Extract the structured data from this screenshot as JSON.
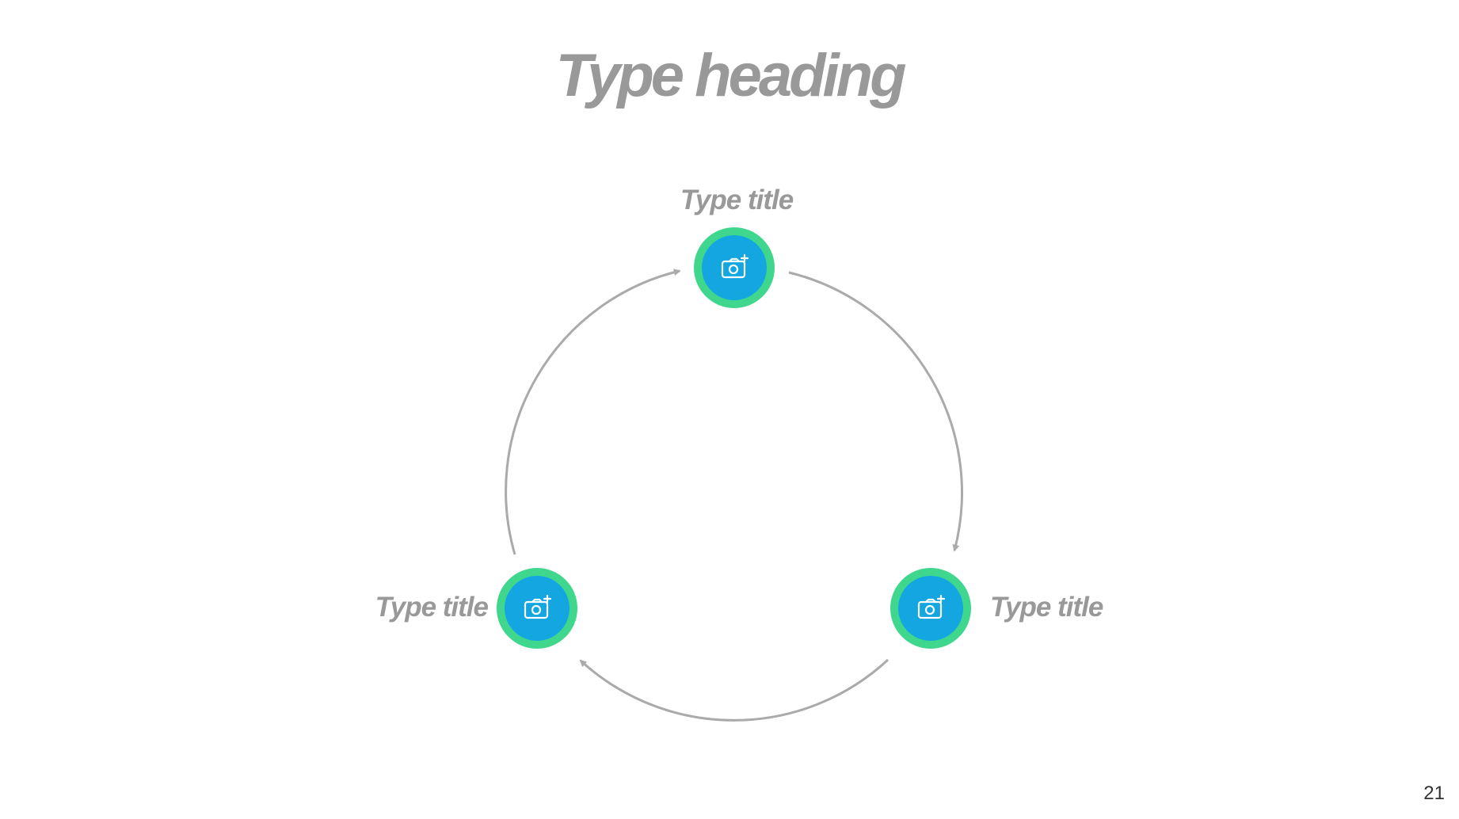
{
  "slide": {
    "heading": "Type heading",
    "page_number": "21"
  },
  "cycle": {
    "nodes": [
      {
        "id": "top",
        "title": "Type title",
        "icon": "add-photo-icon"
      },
      {
        "id": "bottom-right",
        "title": "Type title",
        "icon": "add-photo-icon"
      },
      {
        "id": "bottom-left",
        "title": "Type title",
        "icon": "add-photo-icon"
      }
    ],
    "arrows": [
      {
        "from": "top",
        "to": "bottom-right"
      },
      {
        "from": "bottom-right",
        "to": "bottom-left"
      },
      {
        "from": "bottom-left",
        "to": "top"
      }
    ]
  },
  "colors": {
    "text": "#999999",
    "arrow": "#aaaaaa",
    "node_fill": "#13a6e0",
    "node_ring": "#3fd68e",
    "icon": "#ffffff"
  }
}
